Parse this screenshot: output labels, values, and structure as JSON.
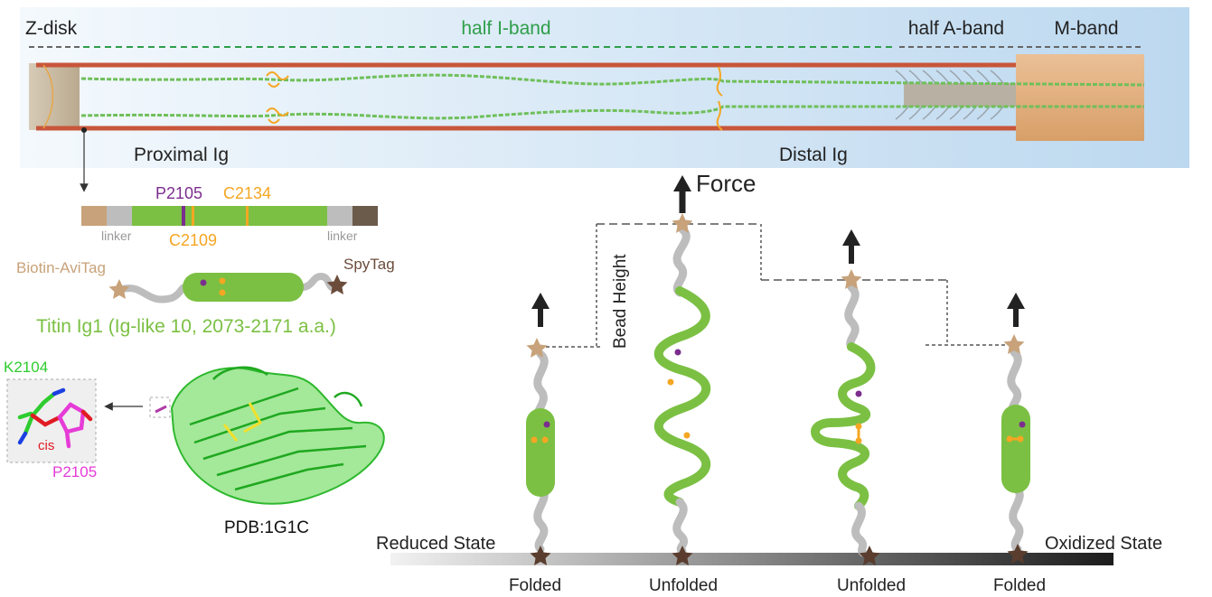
{
  "sarcomere": {
    "zdisk": "Z-disk",
    "half_iband": "half I-band",
    "half_aband": "half A-band",
    "mband": "M-band",
    "proximal": "Proximal Ig",
    "distal": "Distal Ig"
  },
  "construct": {
    "p2105": "P2105",
    "c2134": "C2134",
    "c2109": "C2109",
    "linker_left": "linker",
    "linker_right": "linker",
    "biotin": "Biotin-AviTag",
    "spytag": "SpyTag",
    "titin": "Titin Ig1 (Ig-like 10, 2073-2171 a.a.)"
  },
  "structure": {
    "k2104": "K2104",
    "cis": "cis",
    "p2105": "P2105",
    "pdb": "PDB:1G1C"
  },
  "force_panel": {
    "force": "Force",
    "bead_height": "Bead Height",
    "reduced": "Reduced State",
    "oxidized": "Oxidized State",
    "states": [
      "Folded",
      "Unfolded",
      "Unfolded",
      "Folded"
    ]
  },
  "colors": {
    "green": "#7bc043",
    "purple": "#7b2d8e",
    "orange": "#f5a623",
    "tan": "#c8a27a",
    "brown": "#6b4c3b",
    "gray": "#bdbdbd",
    "actin": "#c8563a",
    "panel_bg": "#cfe3f3",
    "dash_green": "#2e9e4a"
  }
}
